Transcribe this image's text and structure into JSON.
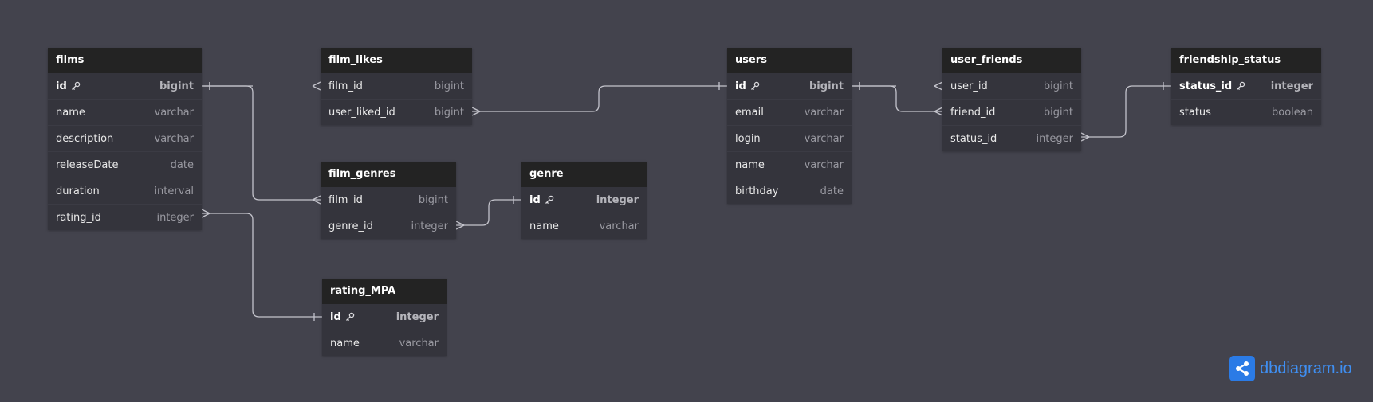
{
  "tables": [
    {
      "name": "films",
      "fields": [
        {
          "name": "id",
          "type": "bigint",
          "pk": true
        },
        {
          "name": "name",
          "type": "varchar"
        },
        {
          "name": "description",
          "type": "varchar"
        },
        {
          "name": "releaseDate",
          "type": "date"
        },
        {
          "name": "duration",
          "type": "interval"
        },
        {
          "name": "rating_id",
          "type": "integer"
        }
      ]
    },
    {
      "name": "film_likes",
      "fields": [
        {
          "name": "film_id",
          "type": "bigint"
        },
        {
          "name": "user_liked_id",
          "type": "bigint"
        }
      ]
    },
    {
      "name": "film_genres",
      "fields": [
        {
          "name": "film_id",
          "type": "bigint"
        },
        {
          "name": "genre_id",
          "type": "integer"
        }
      ]
    },
    {
      "name": "genre",
      "fields": [
        {
          "name": "id",
          "type": "integer",
          "pk": true
        },
        {
          "name": "name",
          "type": "varchar"
        }
      ]
    },
    {
      "name": "rating_MPA",
      "fields": [
        {
          "name": "id",
          "type": "integer",
          "pk": true
        },
        {
          "name": "name",
          "type": "varchar"
        }
      ]
    },
    {
      "name": "users",
      "fields": [
        {
          "name": "id",
          "type": "bigint",
          "pk": true
        },
        {
          "name": "email",
          "type": "varchar"
        },
        {
          "name": "login",
          "type": "varchar"
        },
        {
          "name": "name",
          "type": "varchar"
        },
        {
          "name": "birthday",
          "type": "date"
        }
      ]
    },
    {
      "name": "user_friends",
      "fields": [
        {
          "name": "user_id",
          "type": "bigint"
        },
        {
          "name": "friend_id",
          "type": "bigint"
        },
        {
          "name": "status_id",
          "type": "integer"
        }
      ]
    },
    {
      "name": "friendship_status",
      "fields": [
        {
          "name": "status_id",
          "type": "integer",
          "pk": true
        },
        {
          "name": "status",
          "type": "boolean"
        }
      ]
    }
  ],
  "relationships": [
    {
      "from": "films.id",
      "to": "film_likes.film_id",
      "kind": "one-to-many"
    },
    {
      "from": "films.id",
      "to": "film_genres.film_id",
      "kind": "one-to-many"
    },
    {
      "from": "rating_MPA.id",
      "to": "films.rating_id",
      "kind": "one-to-many"
    },
    {
      "from": "genre.id",
      "to": "film_genres.genre_id",
      "kind": "one-to-many"
    },
    {
      "from": "users.id",
      "to": "film_likes.user_liked_id",
      "kind": "one-to-many"
    },
    {
      "from": "users.id",
      "to": "user_friends.user_id",
      "kind": "one-to-many"
    },
    {
      "from": "users.id",
      "to": "user_friends.friend_id",
      "kind": "one-to-many"
    },
    {
      "from": "friendship_status.status_id",
      "to": "user_friends.status_id",
      "kind": "one-to-many"
    }
  ],
  "brand": {
    "name": "dbdiagram",
    "suffix": ".io",
    "icon": "share-icon"
  },
  "colors": {
    "canvas": "#43434d",
    "table_header": "#232323",
    "table_body": "#34343c",
    "connector": "#c4c4cc",
    "brand": "#2b7be6"
  }
}
